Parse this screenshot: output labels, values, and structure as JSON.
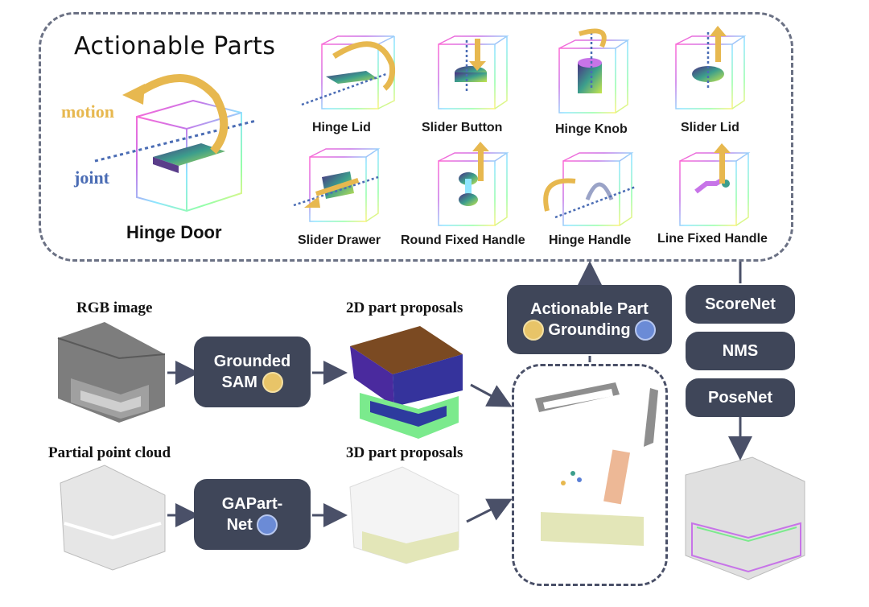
{
  "panel": {
    "title": "Actionable Parts",
    "main_part": {
      "label": "Hinge Door",
      "motion_label": "motion",
      "joint_label": "joint"
    },
    "parts": [
      {
        "label": "Hinge Lid"
      },
      {
        "label": "Slider Button"
      },
      {
        "label": "Hinge Knob"
      },
      {
        "label": "Slider Lid"
      },
      {
        "label": "Slider Drawer"
      },
      {
        "label": "Round Fixed Handle"
      },
      {
        "label": "Hinge Handle"
      },
      {
        "label": "Line Fixed Handle"
      }
    ]
  },
  "pipeline": {
    "rgb_label": "RGB image",
    "pc_label": "Partial point cloud",
    "proposals_2d_label": "2D part proposals",
    "proposals_3d_label": "3D part proposals",
    "grounded_sam": {
      "line1": "Grounded",
      "line2": "SAM",
      "icon": "brain-icon"
    },
    "gapartnet": {
      "line1": "GAPart-",
      "line2": "Net",
      "icon": "brain-icon"
    },
    "grounding": {
      "line1": "Actionable Part",
      "line2": "Grounding"
    },
    "scorenet": "ScoreNet",
    "nms": "NMS",
    "posenet": "PoseNet"
  },
  "colors": {
    "button_bg": "#3f4659",
    "motion": "#e7b84f",
    "joint": "#4a6cb4",
    "dashed_border": "#6b7184"
  }
}
